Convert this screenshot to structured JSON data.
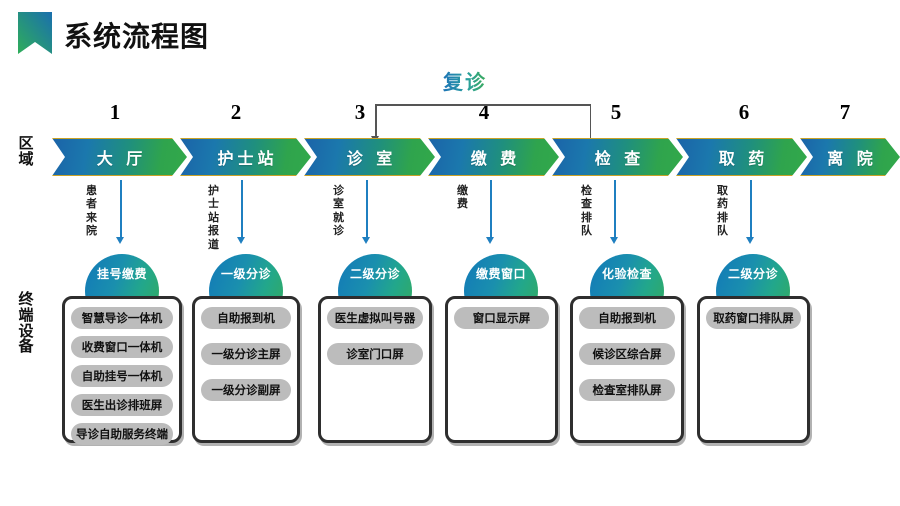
{
  "header": {
    "title": "系统流程图",
    "icon": "bookmark-ribbon-icon"
  },
  "row_labels": {
    "area": "区域",
    "terminal": "终端设备"
  },
  "revisit": {
    "label": "复诊",
    "from_step": "3",
    "to_step": "5"
  },
  "steps": [
    {
      "num": "1",
      "area": "大 厅",
      "caption": "患者来院"
    },
    {
      "num": "2",
      "area": "护士站",
      "caption": "护士站报道"
    },
    {
      "num": "3",
      "area": "诊 室",
      "caption": "诊室就诊"
    },
    {
      "num": "4",
      "area": "缴 费",
      "caption": "缴费"
    },
    {
      "num": "5",
      "area": "检 查",
      "caption": "检查排队"
    },
    {
      "num": "6",
      "area": "取 药",
      "caption": "取药排队"
    },
    {
      "num": "7",
      "area": "离 院",
      "caption": ""
    }
  ],
  "terminals": [
    {
      "circle": "挂号缴费",
      "devices": [
        "智慧导诊一体机",
        "收费窗口一体机",
        "自助挂号一体机",
        "医生出诊排班屏",
        "导诊自助服务终端"
      ]
    },
    {
      "circle": "一级分诊",
      "devices": [
        "自助报到机",
        "一级分诊主屏",
        "一级分诊副屏"
      ]
    },
    {
      "circle": "二级分诊",
      "devices": [
        "医生虚拟叫号器",
        "诊室门口屏"
      ]
    },
    {
      "circle": "缴费窗口",
      "devices": [
        "窗口显示屏"
      ]
    },
    {
      "circle": "化验检查",
      "devices": [
        "自助报到机",
        "候诊区综合屏",
        "检查室排队屏"
      ]
    },
    {
      "circle": "二级分诊",
      "devices": [
        "取药窗口排队屏"
      ]
    }
  ],
  "colors": {
    "chevron_start": "#1b63a8",
    "chevron_end": "#32a94a",
    "chevron_border": "#c9a227",
    "circle_start": "#1279b8",
    "circle_end": "#35ab5c",
    "arrow": "#1f7fc0",
    "pill_bg": "#bcbcbc",
    "box_border": "#2e2e2e",
    "title": "#111111"
  }
}
